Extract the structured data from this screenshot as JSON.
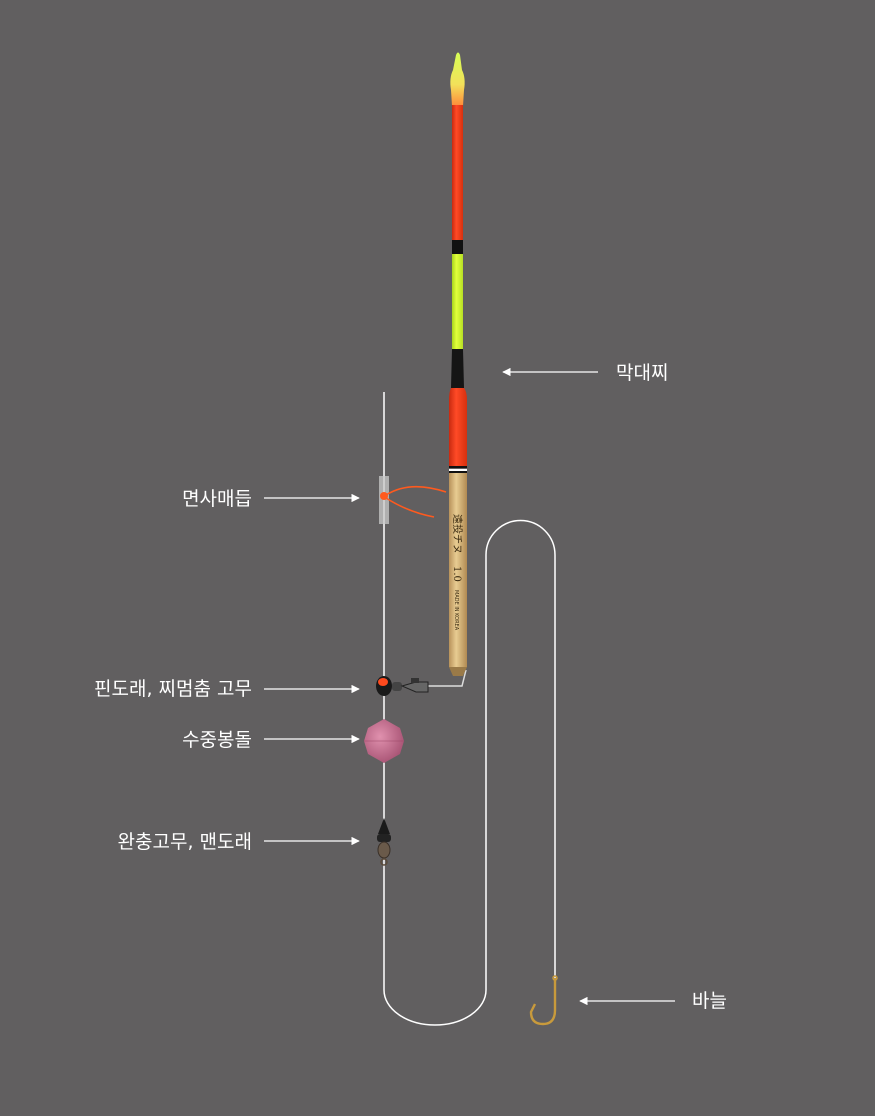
{
  "labels": {
    "float": "막대찌",
    "myeonsa_stopper": "면사매듭",
    "pin_swivel": "핀도래, 찌멈춤 고무",
    "sinker": "수중봉돌",
    "cushion_swivel": "완충고무, 맨도래",
    "hook": "바늘"
  },
  "float_text": {
    "brand": "遠投チヌ",
    "size": "1.0",
    "origin": "MADE IN KOREA"
  },
  "colors": {
    "background": "#615f60",
    "line": "#ffffff",
    "float_tip": "#c8ff3c",
    "float_red": "#ff3b1e",
    "float_green": "#d4ff2a",
    "float_black": "#111111",
    "float_body": "#d9b77a",
    "sinker": "#c56b8c",
    "hook": "#c89a3c"
  }
}
